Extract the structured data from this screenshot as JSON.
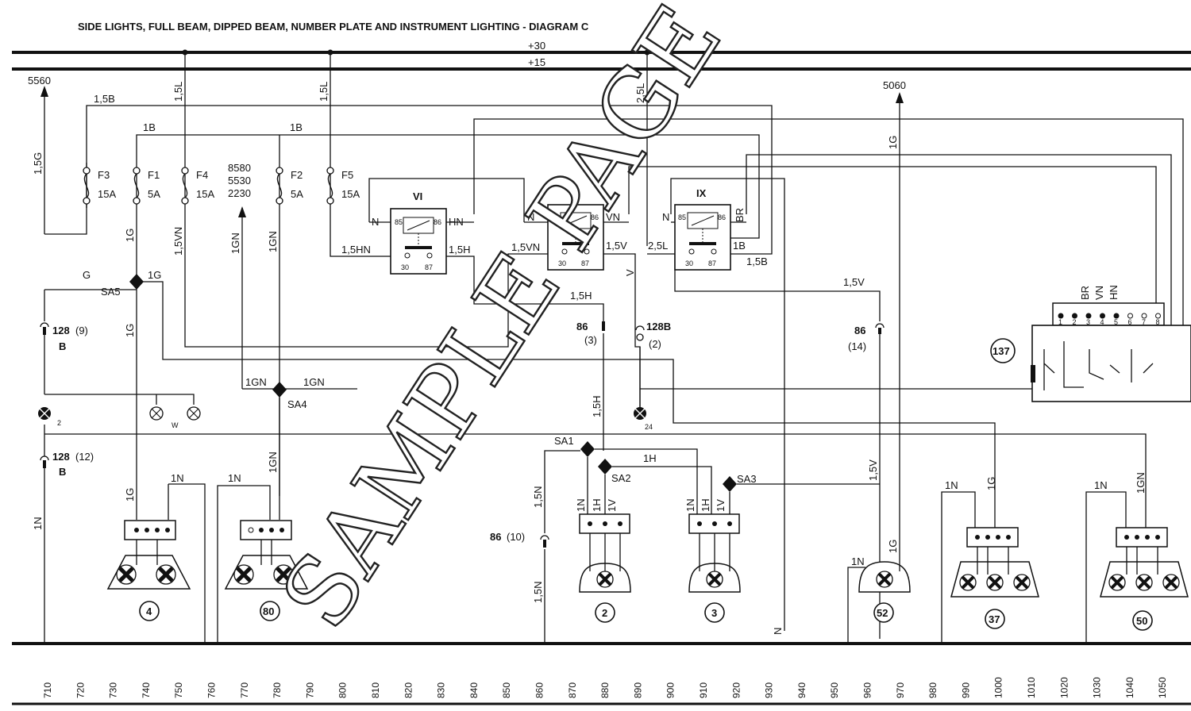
{
  "title": "SIDE LIGHTS, FULL BEAM, DIPPED BEAM, NUMBER PLATE AND INSTRUMENT LIGHTING - DIAGRAM C",
  "buses": {
    "b30": "+30",
    "b15": "+15"
  },
  "refs": {
    "r5560": "5560",
    "r5060": "5060",
    "r8580": "8580",
    "r5530": "5530",
    "r2230": "2230"
  },
  "fuses": [
    {
      "name": "F3",
      "rating": "15A"
    },
    {
      "name": "F1",
      "rating": "5A"
    },
    {
      "name": "F4",
      "rating": "15A"
    },
    {
      "name": "F2",
      "rating": "5A"
    },
    {
      "name": "F5",
      "rating": "15A"
    }
  ],
  "relays": [
    {
      "id": "VI",
      "t85": "85",
      "t86": "86",
      "t30": "30",
      "t87": "87"
    },
    {
      "id": "V",
      "t85": "85",
      "t86": "86",
      "t30": "30",
      "t87": "87"
    },
    {
      "id": "IX",
      "t85": "85",
      "t86": "86",
      "t30": "30",
      "t87": "87"
    }
  ],
  "splices": {
    "sa1": "SA1",
    "sa2": "SA2",
    "sa3": "SA3",
    "sa4": "SA4",
    "sa5": "SA5"
  },
  "wires": {
    "w15B": "1,5B",
    "w15L_a": "1,5L",
    "w15L_b": "1,5L",
    "w25L": "2,5L",
    "w15G": "1,5G",
    "w1B_a": "1B",
    "w1B_b": "1B",
    "w1G_a": "1G",
    "w15VN": "1,5VN",
    "w1GN_a": "1GN",
    "w1GN_b": "1GN",
    "wN_a": "N",
    "wHN": "HN",
    "wN_b": "N",
    "wVN": "VN",
    "wN_c": "N",
    "wBR": "BR",
    "w15HN": "1,5HN",
    "w15H_a": "1,5H",
    "w15VN_b": "1,5VN",
    "w15V_a": "1,5V",
    "w25L_b": "2,5L",
    "w1B_c": "1B",
    "w15B_b": "1,5B",
    "wV": "V",
    "w15H_b": "1,5H",
    "w15V_b": "1,5V",
    "wG": "G",
    "w1G_b": "1G",
    "w1G_c": "1G",
    "w1GN_c": "1GN",
    "w1GN_d": "1GN",
    "w15H_c": "1,5H",
    "w1H_a": "1H",
    "w15V_c": "1,5V",
    "w15N_a": "1,5N",
    "w15N_b": "1,5N",
    "w1N_a": "1N",
    "w1N_b": "1N",
    "w1N_c": "1N",
    "w1G_d": "1G",
    "w1GN_e": "1GN",
    "w1N_d": "1N",
    "w1H_b": "1H",
    "w1V_a": "1V",
    "w1N_e": "1N",
    "w1H_c": "1H",
    "w1V_b": "1V",
    "w1N_f": "1N",
    "w1G_e": "1G",
    "w1N_g": "1N",
    "w1G_f": "1G",
    "w1N_h": "1N",
    "w1GN_f": "1GN",
    "wN_bot": "N",
    "w1G_top": "1G",
    "wBR2": "BR",
    "wVN2": "VN",
    "wHN2": "HN"
  },
  "connectors": {
    "c128a": {
      "num": "128",
      "pin": "(9)",
      "sub": "B"
    },
    "c128b": {
      "num": "128",
      "pin": "(12)",
      "sub": "B"
    },
    "c86a": {
      "num": "86",
      "pin": "(3)"
    },
    "c128c": {
      "num": "128B",
      "pin": "(2)"
    },
    "c86b": {
      "num": "86",
      "pin": "(14)"
    },
    "c86c": {
      "num": "86",
      "pin": "(10)"
    }
  },
  "lamps": {
    "l2": "2",
    "lw": "W",
    "l24": "24"
  },
  "components": [
    "4",
    "80",
    "2",
    "3",
    "52",
    "37",
    "50",
    "137"
  ],
  "switch_pins": [
    "1",
    "2",
    "3",
    "4",
    "5",
    "6",
    "7",
    "8"
  ],
  "scale": [
    "710",
    "720",
    "730",
    "740",
    "750",
    "760",
    "770",
    "780",
    "790",
    "800",
    "810",
    "820",
    "830",
    "840",
    "850",
    "860",
    "870",
    "880",
    "890",
    "900",
    "910",
    "920",
    "930",
    "940",
    "950",
    "960",
    "970",
    "980",
    "990",
    "1000",
    "1010",
    "1020",
    "1030",
    "1040",
    "1050"
  ],
  "watermark": "SAMPLE PAGE"
}
